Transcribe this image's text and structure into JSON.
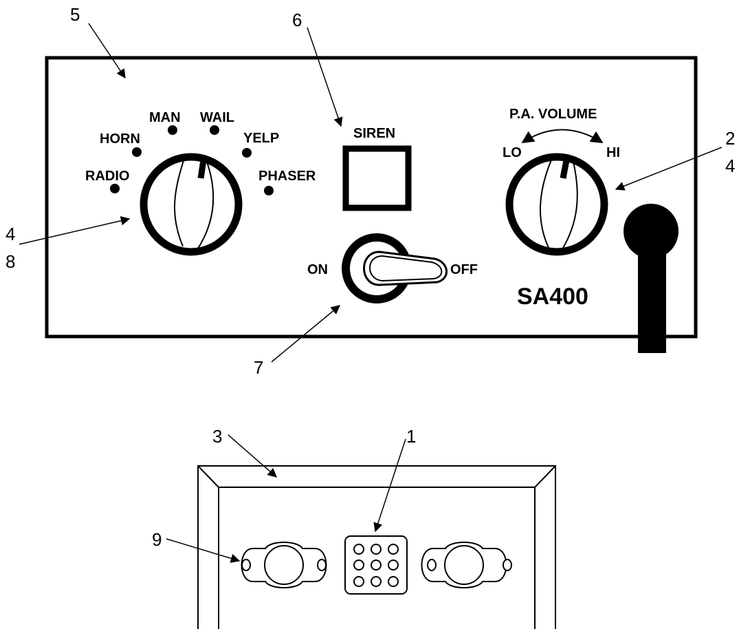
{
  "panel": {
    "mode_labels": {
      "radio": "RADIO",
      "horn": "HORN",
      "man": "MAN",
      "wail": "WAIL",
      "yelp": "YELP",
      "phaser": "PHASER"
    },
    "siren_label": "SIREN",
    "switch_on_label": "ON",
    "switch_off_label": "OFF",
    "volume_title": "P.A. VOLUME",
    "volume_lo_label": "LO",
    "volume_hi_label": "HI",
    "model": "SA400"
  },
  "callouts": {
    "c5": "5",
    "c6": "6",
    "c2": "2",
    "c4_right": "4",
    "c4_left": "4",
    "c8": "8",
    "c7": "7",
    "c3": "3",
    "c1": "1",
    "c9": "9"
  },
  "colors": {
    "ink": "#000000",
    "paper": "#ffffff"
  }
}
